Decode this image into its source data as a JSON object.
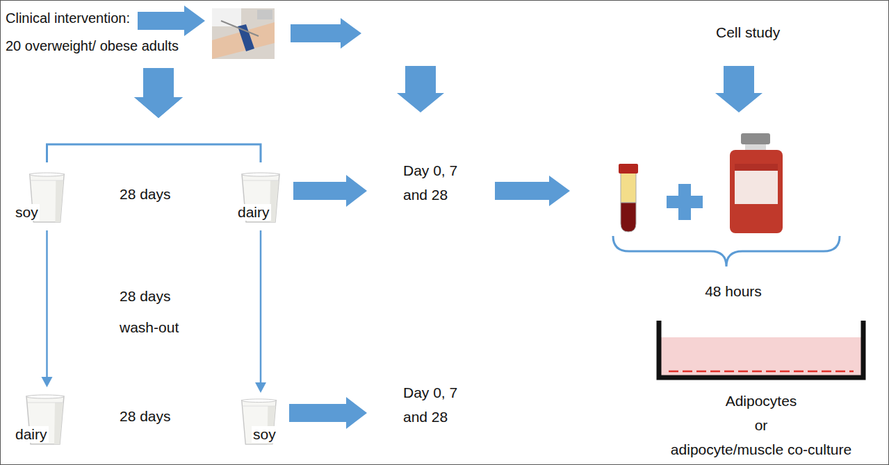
{
  "diagram": {
    "nodes": [
      {
        "text": [
          "Clinical intervention:",
          "20 overweight/ obese adults"
        ]
      },
      {
        "text": [
          "Cell study"
        ]
      },
      {
        "text": [
          "soy"
        ]
      },
      {
        "text": [
          "dairy"
        ]
      },
      {
        "text": [
          "Day 0, 7 and 28"
        ]
      },
      {
        "text": [
          "dairy"
        ]
      },
      {
        "text": [
          "soy"
        ]
      },
      {
        "text": [
          "Day 0, 7 and 28"
        ]
      }
    ],
    "edges": [
      {
        "from": 0,
        "to": 2,
        "arrow": "to"
      },
      {
        "from": 0,
        "to": 3,
        "arrow": "to"
      },
      {
        "from": 2,
        "to": 5,
        "arrow": "to"
      },
      {
        "from": 3,
        "to": 6,
        "arrow": "to"
      },
      {
        "from": 3,
        "to": 4,
        "arrow": "to"
      },
      {
        "from": 6,
        "to": 7,
        "arrow": "to"
      }
    ],
    "labels": [
      "28 days",
      "28 days wash-out",
      "28 days",
      "48 hours",
      "Adipocytes",
      "or",
      "adipocyte/muscle co-culture"
    ]
  }
}
